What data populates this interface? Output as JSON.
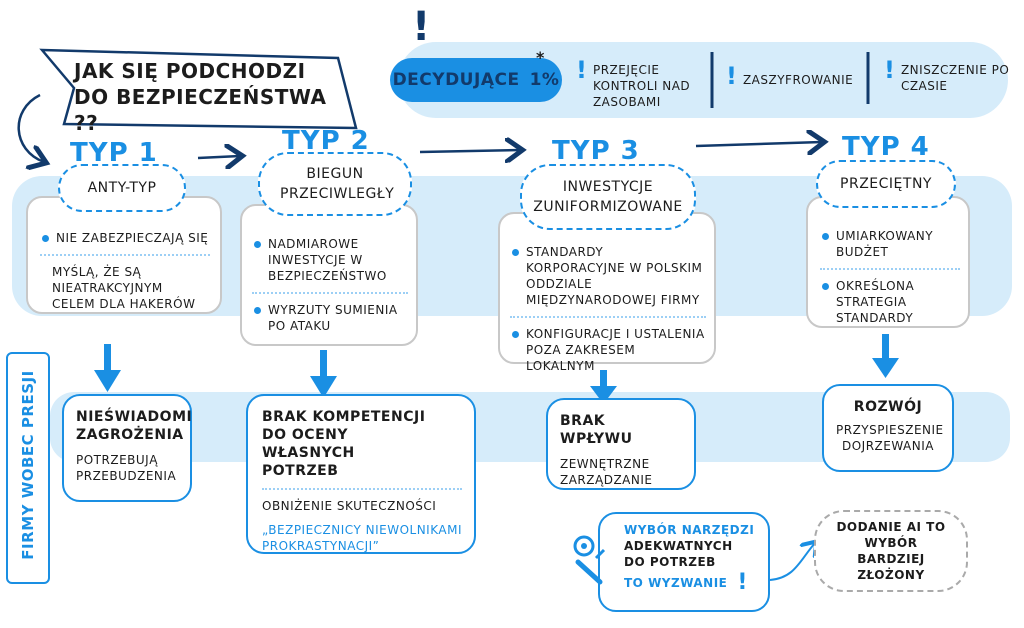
{
  "title": "Jak się podchodzi do bezpieczeństwa ??",
  "exclamation": "!",
  "banner": {
    "label": "Decydujące",
    "percent": "1%",
    "asterisk": "*",
    "items": [
      "Przejęcie kontroli nad zasobami",
      "Zaszyfrowanie",
      "Zniszczenie po czasie"
    ]
  },
  "side_label": "Firmy wobec presji",
  "types": [
    {
      "heading": "Typ 1",
      "name": "Anty-typ",
      "points": [
        "Nie zabezpieczają się",
        "myślą, że są nieatrakcyjnym celem dla hakerów"
      ],
      "outcome_title": "Nieświadomi zagrożenia",
      "outcome_text": "Potrzebują przebudzenia"
    },
    {
      "heading": "Typ 2",
      "name": "Biegun przeciwległy",
      "points": [
        "Nadmiarowe inwestycje w bezpieczeństwo",
        "Wyrzuty sumienia po ataku"
      ],
      "outcome_title": "Brak kompetencji do oceny własnych potrzeb",
      "outcome_text": "Obniżenie skuteczności",
      "outcome_quote": "„Bezpiecznicy niewolnikami prokrastynacji”"
    },
    {
      "heading": "Typ 3",
      "name": "Inwestycje zuniformizowane",
      "points": [
        "Standardy korporacyjne w polskim oddziale międzynarodowej firmy",
        "Konfiguracje i ustalenia poza zakresem lokalnym"
      ],
      "outcome_title": "Brak wpływu",
      "outcome_text": "Zewnętrzne zarządzanie"
    },
    {
      "heading": "Typ 4",
      "name": "Przeciętny",
      "points": [
        "Umiarkowany budżet",
        "Określona strategia standardy"
      ],
      "outcome_title": "Rozwój",
      "outcome_text": "Przyspieszenie dojrzewania"
    }
  ],
  "tool_note": {
    "line1": "Wybór narzędzi",
    "line2": "adekwatnych do potrzeb",
    "line3": "to wyzwanie",
    "mark": "!"
  },
  "ai_note": "Dodanie AI to wybór bardziej złożony",
  "colors": {
    "accent": "#1a8fe3",
    "band": "#d6ecfa",
    "dark": "#1c1c1c",
    "navy": "#123a6b"
  },
  "icons": [
    "wrench-icon",
    "gear-icon",
    "arrow-icon"
  ]
}
